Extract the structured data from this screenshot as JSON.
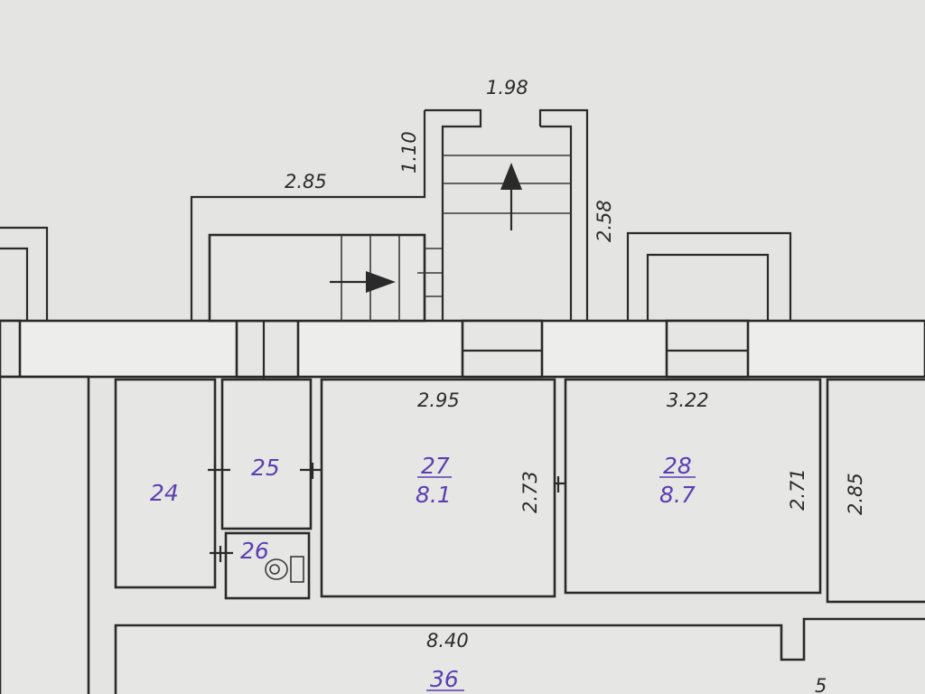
{
  "dimensions": {
    "stair_top": "1.98",
    "stair_left_height": "1.10",
    "landing_width": "2.85",
    "stair_height": "2.58",
    "room27_width": "2.95",
    "room27_height": "2.73",
    "room28_width": "3.22",
    "room28_height": "2.71",
    "right_room_height": "2.85",
    "corridor_width": "8.40"
  },
  "rooms": {
    "r24": {
      "number": "24"
    },
    "r25": {
      "number": "25"
    },
    "r26": {
      "number": "26"
    },
    "r27": {
      "number": "27",
      "area": "8.1"
    },
    "r28": {
      "number": "28",
      "area": "8.7"
    },
    "r36": {
      "number": "36"
    }
  },
  "edge_fragment": "5",
  "colors": {
    "line": "#2a2a2a",
    "room_number": "#5a3fb0",
    "background": "#e4e4e2"
  }
}
